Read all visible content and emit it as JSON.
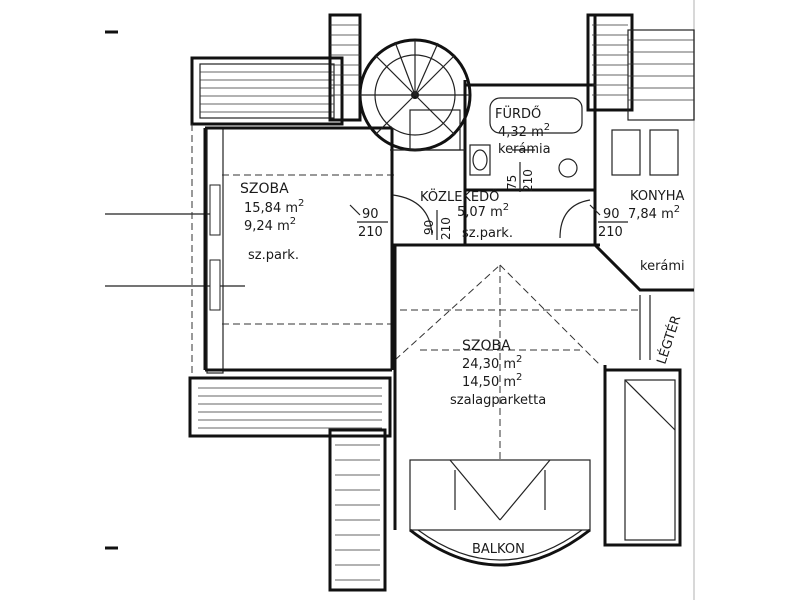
{
  "plan": {
    "background": "#ffffff",
    "ink": "#1a1a1a",
    "rooms": [
      {
        "id": "szoba-1",
        "name": "SZOBA",
        "area1": "15,84 m",
        "area2": "9,24 m",
        "sup": "2",
        "floor": "sz.park."
      },
      {
        "id": "furdo",
        "name": "FÜRDŐ",
        "area1": "4,32 m",
        "sup": "2",
        "floor": "kerámia"
      },
      {
        "id": "kozlekedo",
        "name": "KÖZLEKEDŐ",
        "area1": "5,07 m",
        "sup": "2",
        "floor": "sz.park."
      },
      {
        "id": "konyha",
        "name": "KONYHA",
        "area1": "7,84 m",
        "sup": "2",
        "floor": "kerámi"
      },
      {
        "id": "szoba-2",
        "name": "SZOBA",
        "area1": "24,30 m",
        "area2": "14,50 m",
        "sup": "2",
        "floor": "szalagparketta"
      },
      {
        "id": "balkon",
        "name": "BALKON"
      },
      {
        "id": "legter",
        "name": "LÉGTÉR"
      }
    ],
    "doors": [
      {
        "id": "door-1",
        "w": "90",
        "h": "210"
      },
      {
        "id": "door-2",
        "w": "90",
        "h": "210"
      },
      {
        "id": "door-3",
        "w": "90",
        "h": "210"
      },
      {
        "id": "door-4",
        "w": "75",
        "h": "210"
      }
    ]
  }
}
